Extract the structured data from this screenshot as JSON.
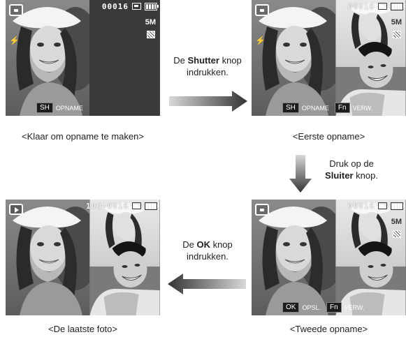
{
  "panels": {
    "ready": {
      "counter": "00016",
      "size": "5M",
      "soft_key": "SH",
      "soft_label": "OPNAME",
      "caption": "<Klaar om opname te maken>"
    },
    "first": {
      "counter": "00016",
      "size": "5M",
      "soft_key_1": "SH",
      "soft_label_1": "OPNAME",
      "soft_key_2": "Fn",
      "soft_label_2": "VERW.",
      "caption": "<Eerste opname>"
    },
    "second": {
      "counter": "00016",
      "size": "5M",
      "soft_key_1": "OK",
      "soft_label_1": "OPSL.",
      "soft_key_2": "Fn",
      "soft_label_2": "VERW.",
      "caption": "<Tweede opname>"
    },
    "last": {
      "counter": "100-0016",
      "caption": "<De laatste foto>"
    }
  },
  "instructions": {
    "step1": {
      "pre": "De ",
      "bold": "Shutter",
      "post": " knop",
      "line2": "indrukken."
    },
    "step2": {
      "line1": "Druk op de",
      "bold": "Sluiter",
      "post": " knop."
    },
    "step3": {
      "pre": "De ",
      "bold": "OK",
      "post": " knop",
      "line2": "indrukken."
    }
  },
  "colors": {
    "arrow_dark": "#333333",
    "arrow_light": "#d8d8d8",
    "screen_dark": "#3a3a3a"
  }
}
